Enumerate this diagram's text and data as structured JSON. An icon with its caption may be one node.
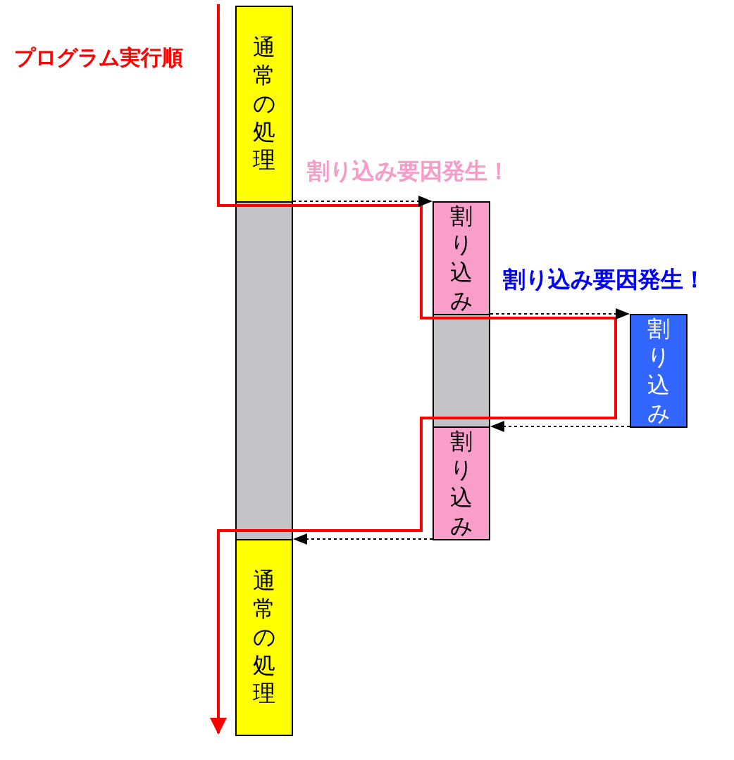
{
  "diagram": {
    "nodes": [
      {
        "text": [
          "通常の処理"
        ]
      },
      {
        "text": [],
        "shape": "bar"
      },
      {
        "text": [
          "通常の処理"
        ]
      },
      {
        "text": [
          "割り込み"
        ]
      },
      {
        "text": [],
        "shape": "bar"
      },
      {
        "text": [
          "割り込み"
        ]
      },
      {
        "text": [
          "割り込み"
        ]
      }
    ],
    "edges": [
      {
        "from": 0,
        "to": 3,
        "arrow": "to",
        "style": "dashed",
        "label": "割り込み要因発生！"
      },
      {
        "from": 3,
        "to": 6,
        "arrow": "to",
        "style": "dashed",
        "label": "割り込み要因発生！"
      },
      {
        "from": 6,
        "to": 5,
        "arrow": "to",
        "style": "dashed"
      },
      {
        "from": 5,
        "to": 2,
        "arrow": "to",
        "style": "dashed"
      }
    ],
    "labels": [
      "プログラム実行順"
    ]
  }
}
